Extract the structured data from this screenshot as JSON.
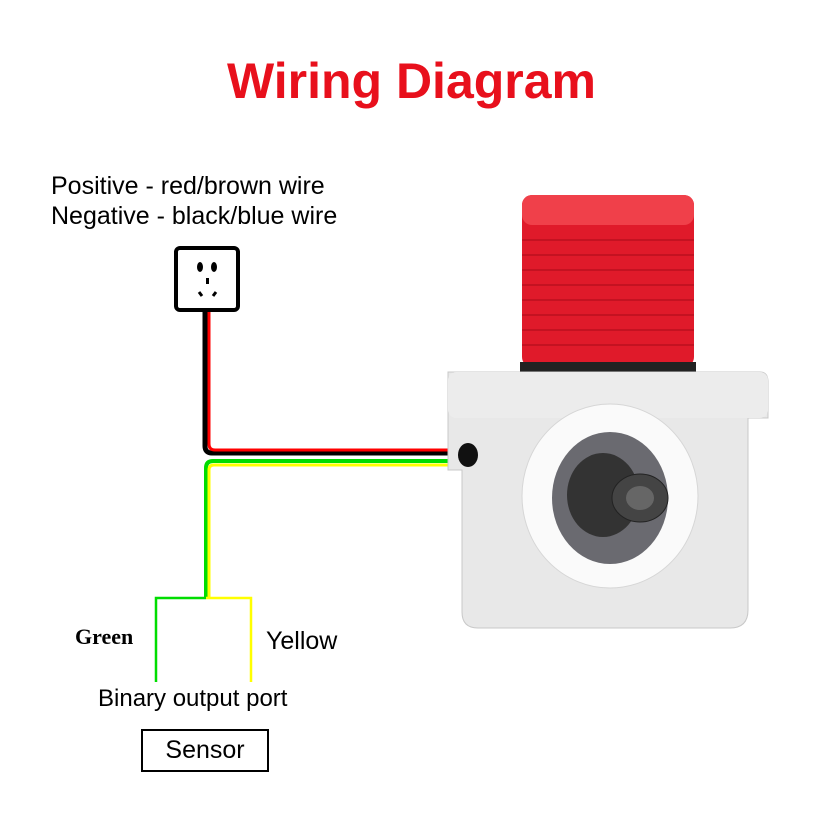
{
  "title": "Wiring Diagram",
  "legend": {
    "positive": "Positive - red/brown wire",
    "negative": "Negative - black/blue wire"
  },
  "labels": {
    "green": "Green",
    "yellow": "Yellow",
    "port": "Binary output port",
    "sensor": "Sensor"
  },
  "colors": {
    "title": "#e8101c",
    "red_wire": "#ff0000",
    "black_wire": "#000000",
    "green_wire": "#00dd00",
    "yellow_wire": "#ffff00"
  }
}
